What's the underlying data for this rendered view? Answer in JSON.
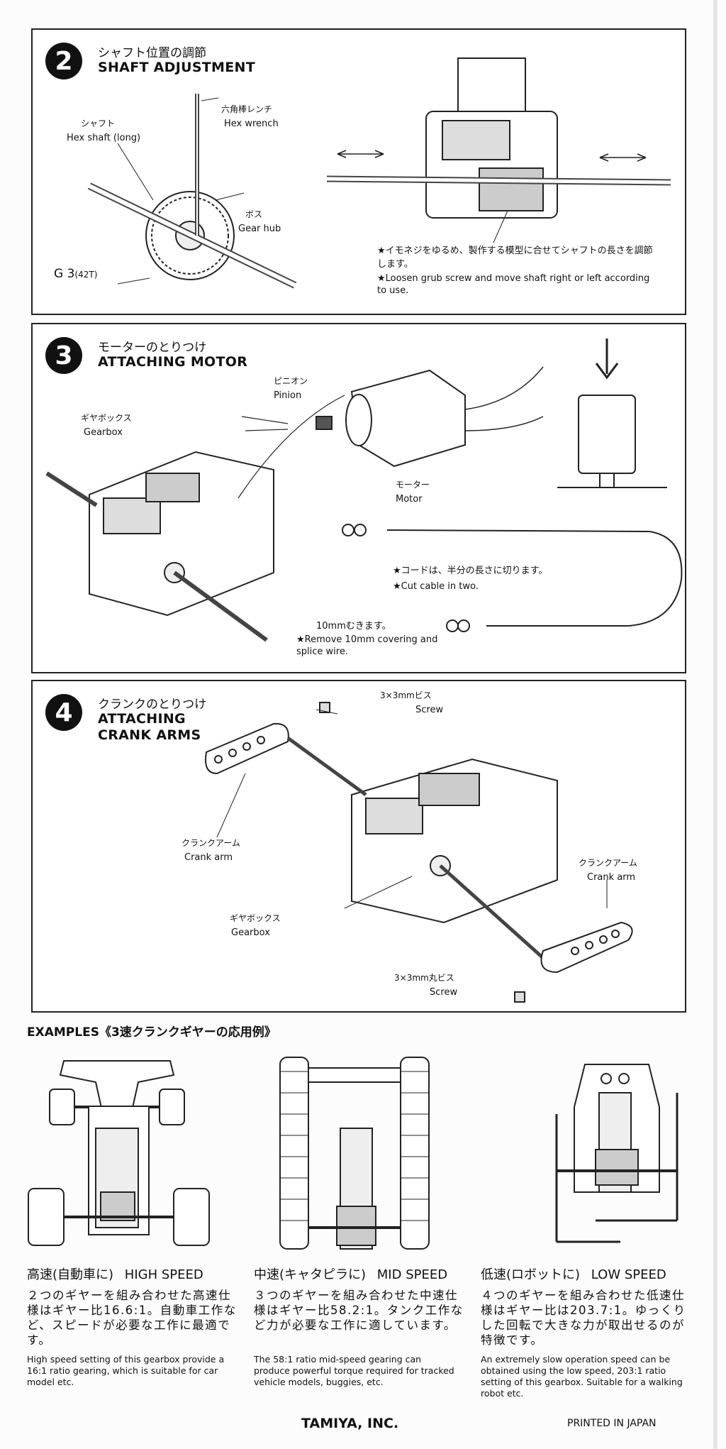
{
  "step2": {
    "number": "2",
    "title_jp": "シャフト位置の調節",
    "title_en": "SHAFT ADJUSTMENT",
    "label_shaft_jp": "シャフト",
    "label_shaft_en": "Hex shaft (long)",
    "label_wrench_jp": "六角棒レンチ",
    "label_wrench_en": "Hex wrench",
    "label_hub_jp": "ボス",
    "label_hub_en": "Gear hub",
    "label_gear": "G 3",
    "label_gear_teeth": "(42T)",
    "note_jp": "★イモネジをゆるめ、製作する模型に合せてシャフトの長さを調節します。",
    "note_en": "★Loosen grub screw and move shaft right or left according to use."
  },
  "step3": {
    "number": "3",
    "title_jp": "モーターのとりつけ",
    "title_en": "ATTACHING MOTOR",
    "label_pinion_jp": "ピニオン",
    "label_pinion_en": "Pinion",
    "label_gearbox_jp": "ギヤボックス",
    "label_gearbox_en": "Gearbox",
    "label_motor_jp": "モーター",
    "label_motor_en": "Motor",
    "note_cut_jp": "★コードは、半分の長さに切ります。",
    "note_cut_en": "★Cut cable in two.",
    "note_strip_jp": "10mmむきます。",
    "note_strip_en": "★Remove 10mm covering and splice wire."
  },
  "step4": {
    "number": "4",
    "title_jp": "クランクのとりつけ",
    "title_en_line1": "ATTACHING",
    "title_en_line2": "CRANK ARMS",
    "label_screw_top_jp": "3×3mmビス",
    "label_screw_top_en": "Screw",
    "label_crank_left_jp": "クランクアーム",
    "label_crank_left_en": "Crank arm",
    "label_crank_right_jp": "クランクアーム",
    "label_crank_right_en": "Crank arm",
    "label_gearbox_jp": "ギヤボックス",
    "label_gearbox_en": "Gearbox",
    "label_screw_bottom_jp": "3×3mm丸ビス",
    "label_screw_bottom_en": "Screw"
  },
  "examples": {
    "title": "EXAMPLES《3速クランクギヤーの応用例》",
    "items": [
      {
        "head_jp": "高速(自動車に)",
        "head_en": "HIGH SPEED",
        "body_jp": "２つのギヤーを組み合わせた高速仕様はギヤー比16.6:1。自動車工作など、スピードが必要な工作に最適です。",
        "body_en": "High speed setting of this gearbox provide a 16:1 ratio gearing, which is suitable for car model etc."
      },
      {
        "head_jp": "中速(キャタピラに)",
        "head_en": "MID SPEED",
        "body_jp": "３つのギヤーを組み合わせた中速仕様はギヤー比58.2:1。タンク工作など力が必要な工作に適しています。",
        "body_en": "The 58:1 ratio mid-speed gearing can produce powerful torque required for tracked vehicle models, buggies, etc."
      },
      {
        "head_jp": "低速(ロボットに)",
        "head_en": "LOW SPEED",
        "body_jp": "４つのギヤーを組み合わせた低速仕様はギヤー比は203.7:1。ゆっくりした回転で大きな力が取出せるのが特徴です。",
        "body_en": "An extremely slow operation speed can be obtained using the low speed, 203:1 ratio setting of this gearbox. Suitable for a walking robot etc."
      }
    ]
  },
  "footer": {
    "company": "TAMIYA, INC.",
    "printed": "PRINTED IN JAPAN"
  }
}
